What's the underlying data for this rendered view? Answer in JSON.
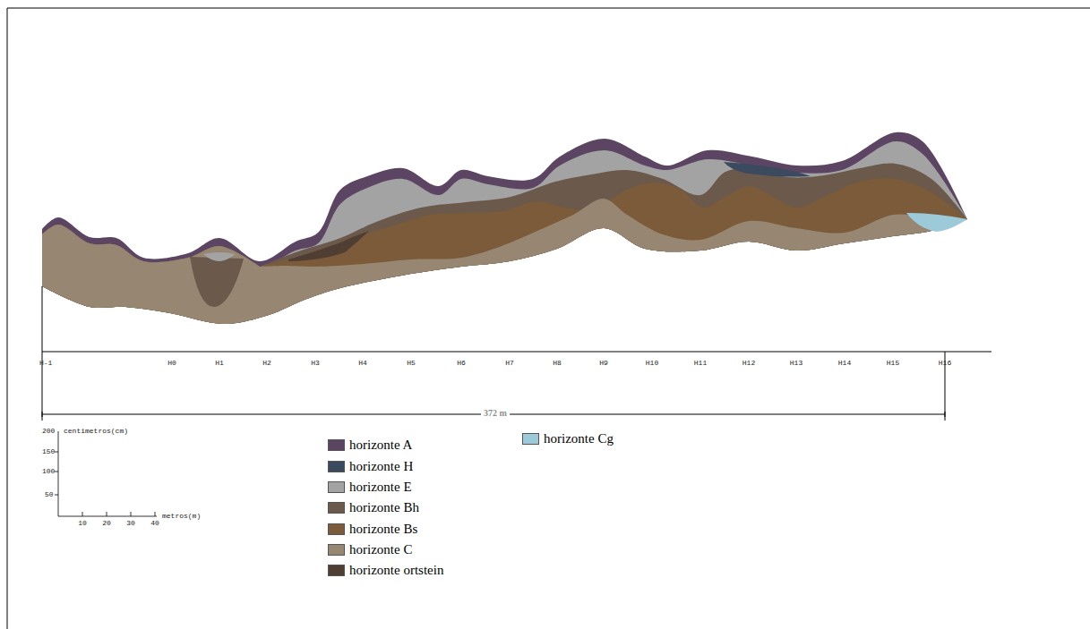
{
  "diagram": {
    "labels": [
      "H-1",
      "H0",
      "H1",
      "H2",
      "H3",
      "H4",
      "H5",
      "H6",
      "H7",
      "H8",
      "H9",
      "H10",
      "H11",
      "H12",
      "H13",
      "H14",
      "H15",
      "H16",
      "372 m",
      "200",
      "150",
      "100",
      "50",
      "centimetros(cm)",
      "10",
      "20",
      "30",
      "40",
      "metros(m)"
    ],
    "legend": [
      {
        "text": "horizonte A",
        "color": "#5c4562"
      },
      {
        "text": "horizonte H",
        "color": "#3b4a5f"
      },
      {
        "text": "horizonte E",
        "color": "#a3a3a3"
      },
      {
        "text": "horizonte Bh",
        "color": "#6b5a4b"
      },
      {
        "text": "horizonte Bs",
        "color": "#7b5b39"
      },
      {
        "text": "horizonte C",
        "color": "#968672"
      },
      {
        "text": "horizonte ortstein",
        "color": "#4f3e31"
      },
      {
        "text": "horizonte Cg",
        "color": "#9ccad9"
      }
    ]
  }
}
